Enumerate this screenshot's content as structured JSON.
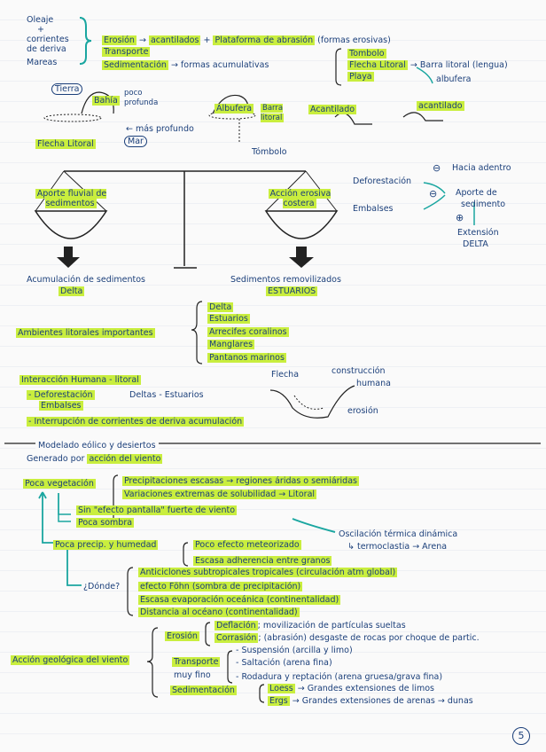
{
  "top": {
    "causes": [
      "Oleaje",
      "+",
      "corrientes",
      "de deriva",
      "Mareas"
    ],
    "erosion": "Erosión",
    "acantilados": "acantilados",
    "plus": "+",
    "plataforma": "Plataforma de abrasión",
    "formas_erosivas": "(formas erosivas)",
    "transporte": "Transporte",
    "sedimentacion": "Sedimentación",
    "formas_acum": "→ formas acumulativas",
    "tombolo": "Tombolo",
    "flecha": "Flecha Litoral",
    "barra": "→ Barra litoral (lengua)",
    "playa": "Playa",
    "albufera": "albufera"
  },
  "sketch": {
    "tierra": "Tierra",
    "bahia": "Bahía",
    "poco_profunda": "poco profunda",
    "mas_profundo": "← más profundo",
    "flecha_litoral": "Flecha Litoral",
    "mar": "Mar",
    "albufera": "Albufera",
    "barra_litoral": "Barra litoral",
    "tombolo": "Tómbolo",
    "acantilado": "Acantilado",
    "acantilado2": "acantilado"
  },
  "balance": {
    "aporte": "Aporte fluvial de sedimentos",
    "accion": "Acción erosiva costera",
    "acum": "Acumulación de sedimentos",
    "delta": "Delta",
    "removilizados": "Sedimentos removilizados",
    "estuarios": "ESTUARIOS"
  },
  "right": {
    "deforestacion": "Deforestación",
    "minus1": "⊖",
    "hacia_adentro": "Hacia adentro",
    "embalses": "Embalses",
    "minus2": "⊖",
    "aporte": "Aporte de",
    "sedimento": "sedimento",
    "plus": "⊕",
    "extension": "Extensión",
    "delta": "DELTA"
  },
  "ambientes": {
    "label": "Ambientes litorales importantes",
    "items": [
      "Delta",
      "Estuarios",
      "Arrecifes coralinos",
      "Manglares",
      "Pantanos marinos"
    ]
  },
  "interaccion": {
    "title": "Interacción Humana - litoral",
    "deforestacion": "- Deforestación",
    "embalses": "Embalses",
    "deltas": "Deltas - Estuarios",
    "interrupcion": "- Interrupción de corrientes de deriva acumulación",
    "flecha": "Flecha",
    "construccion": "construcción",
    "humana": "humana",
    "erosion": "erosión"
  },
  "modelado": {
    "title": "Modelado eólico y desiertos",
    "generado": "Generado por",
    "accion_viento": "acción del viento",
    "poca_veg": "Poca vegetación",
    "prec": "Precipitaciones escasas → regiones áridas o semiáridas",
    "variaciones": "Variaciones extremas de solubilidad → Litoral",
    "sin_efecto": "Sin \"efecto pantalla\" fuerte de viento",
    "poca_sombra": "Poca sombra",
    "poca_precip": "Poca precip. y humedad",
    "poco_efecto": "Poco efecto meteorizado",
    "escasa": "Escasa adherencia entre granos",
    "oscilacion": "Oscilación térmica dinámica",
    "termoclastia": "↳ termoclastia → Arena",
    "donde": "¿Dónde?",
    "anticiclones": "Anticiclones subtropicales tropicales (circulación atm global)",
    "foehn": "efecto Föhn (sombra de precipitación)",
    "escasa_evap": "Escasa evaporación oceánica (continentalidad)",
    "distancia": "Distancia al océano (continentalidad)"
  },
  "accion": {
    "label": "Acción geológica del viento",
    "erosion": "Erosión",
    "deflacion": "Deflación",
    "deflacion_txt": "; movilización de partículas sueltas",
    "corrasion": "Corrasión",
    "corrasion_txt": "; (abrasión) desgaste de rocas por choque de partic.",
    "transporte": "Transporte",
    "muy_fino": "muy fino",
    "suspension": "- Suspensión (arcilla y limo)",
    "saltacion": "- Saltación (arena fina)",
    "rodadura": "- Rodadura y reptación (arena gruesa/grava fina)",
    "sedimentacion": "Sedimentación",
    "loess": "Loess",
    "loess_txt": "→ Grandes extensiones de limos",
    "ergs": "Ergs",
    "ergs_txt": "→ Grandes extensiones de arenas → dunas"
  },
  "page_number": "5",
  "colors": {
    "ink": "#1b3f7a",
    "highlight": "#c9ee3e",
    "highlight2": "#9fe9e0",
    "arrow": "#1aa6a0"
  }
}
